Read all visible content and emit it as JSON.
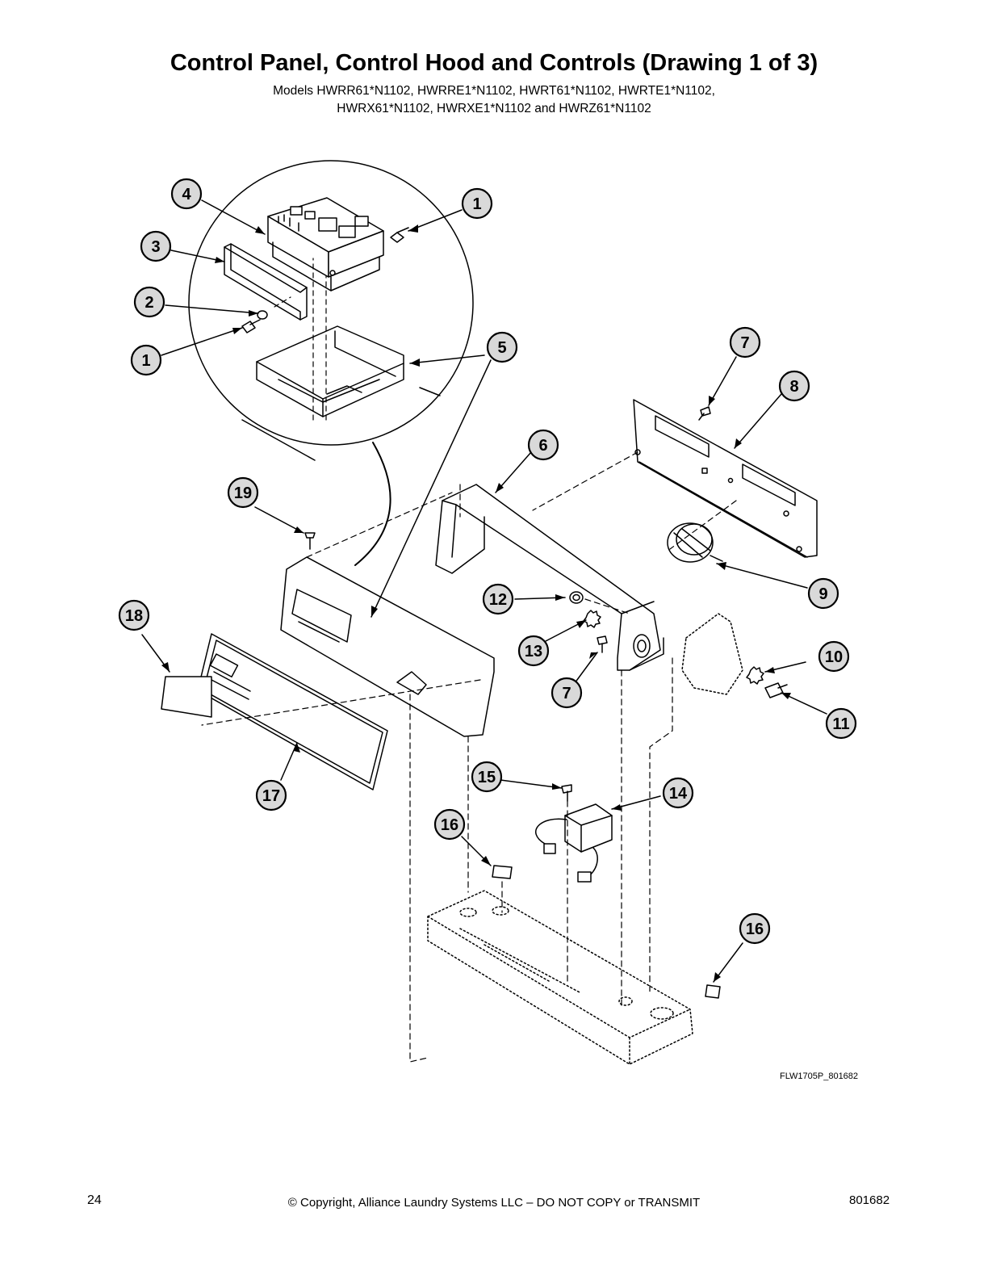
{
  "header": {
    "title": "Control Panel, Control Hood and Controls (Drawing 1 of 3)",
    "models_line1": "Models HWRR61*N1102, HWRRE1*N1102, HWRT61*N1102, HWRTE1*N1102,",
    "models_line2": "HWRX61*N1102, HWRXE1*N1102 and HWRZ61*N1102"
  },
  "callouts": [
    "1",
    "2",
    "3",
    "4",
    "1",
    "5",
    "6",
    "7",
    "8",
    "9",
    "10",
    "11",
    "12",
    "13",
    "7",
    "14",
    "15",
    "16",
    "16",
    "17",
    "18",
    "19"
  ],
  "drawing_code": "FLW1705P_801682",
  "footer": {
    "page_number": "24",
    "copyright": "© Copyright, Alliance Laundry Systems LLC – DO NOT COPY or TRANSMIT",
    "doc_number": "801682"
  }
}
